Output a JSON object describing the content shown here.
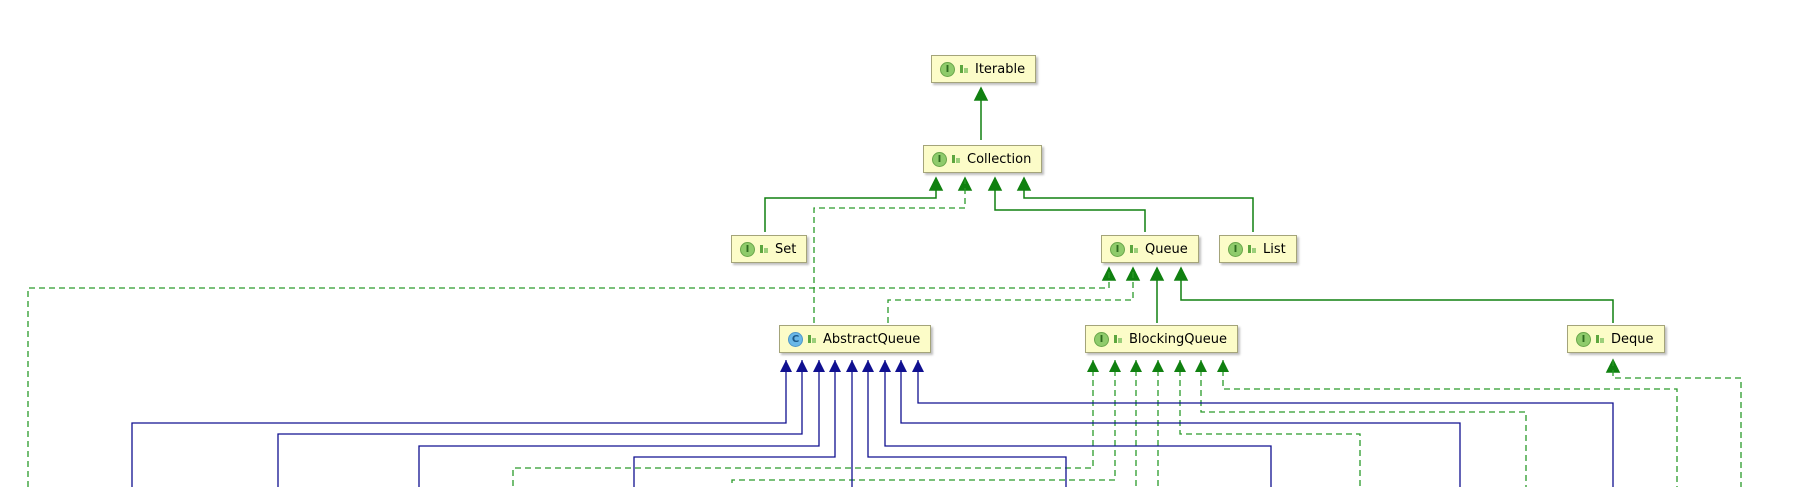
{
  "nodes": [
    {
      "id": "iterable",
      "label": "Iterable",
      "kind": "interface",
      "badge": "I"
    },
    {
      "id": "collection",
      "label": "Collection",
      "kind": "interface",
      "badge": "I"
    },
    {
      "id": "set",
      "label": "Set",
      "kind": "interface",
      "badge": "I"
    },
    {
      "id": "queue",
      "label": "Queue",
      "kind": "interface",
      "badge": "I"
    },
    {
      "id": "list",
      "label": "List",
      "kind": "interface",
      "badge": "I"
    },
    {
      "id": "abstractqueue",
      "label": "AbstractQueue",
      "kind": "class",
      "badge": "C"
    },
    {
      "id": "blockingqueue",
      "label": "BlockingQueue",
      "kind": "interface",
      "badge": "I"
    },
    {
      "id": "deque",
      "label": "Deque",
      "kind": "interface",
      "badge": "I"
    }
  ],
  "colors": {
    "extends_line": "#108010",
    "implements_line": "#2a9a2a",
    "class_extends_line": "#101090",
    "node_fill": "#fcfcc8"
  }
}
